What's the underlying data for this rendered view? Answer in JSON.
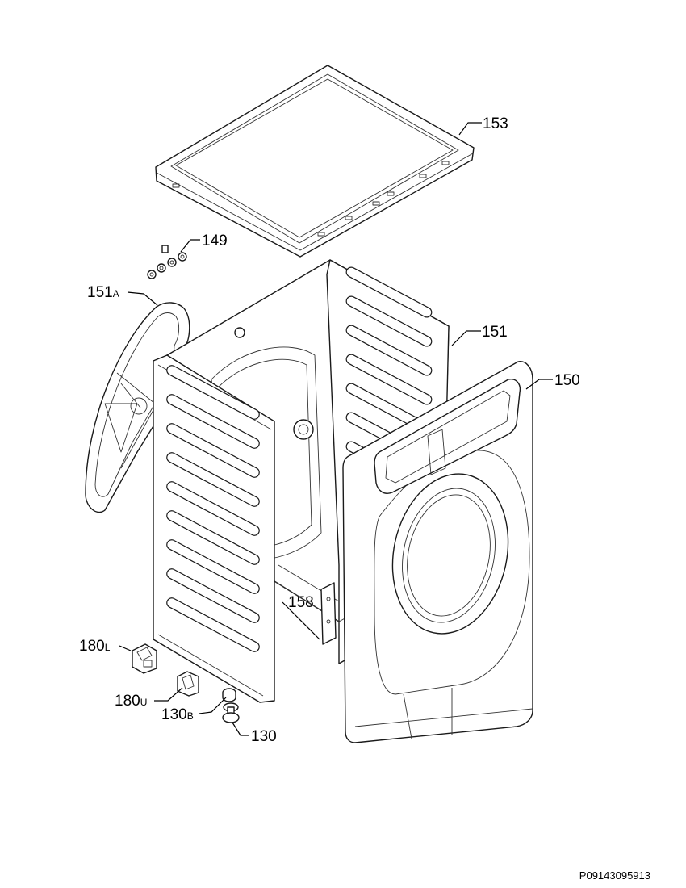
{
  "callouts": {
    "c153": "153",
    "c149": "149",
    "c151A": {
      "num": "151",
      "suffix": "A"
    },
    "c151": "151",
    "c150": "150",
    "c158": "158",
    "c180L": {
      "num": "180",
      "suffix": "L"
    },
    "c180U": {
      "num": "180",
      "suffix": "U"
    },
    "c130B": {
      "num": "130",
      "suffix": "B"
    },
    "c130": "130"
  },
  "footer": {
    "code": "P09143095913"
  }
}
